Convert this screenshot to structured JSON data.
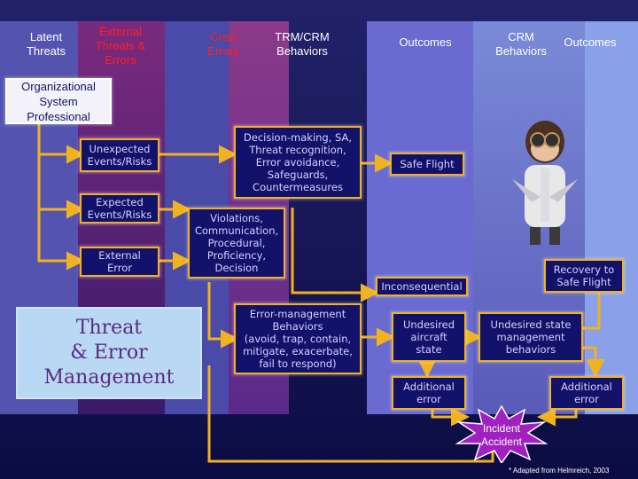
{
  "headers": {
    "latent_threats": "Latent\nThreats",
    "external_threats": "External\nThreats &\nErrors",
    "crew_errors": "Crew\nErrors",
    "trm_crm": "TRM/CRM\nBehaviors",
    "outcomes_1": "Outcomes",
    "crm_behaviors": "CRM\nBehaviors",
    "outcomes_2": "Outcomes"
  },
  "boxes": {
    "organizational": "Organizational\nSystem\nProfessional",
    "unexpected": "Unexpected\nEvents/Risks",
    "expected": "Expected\nEvents/Risks",
    "external_error": "External\nError",
    "decision_making": "Decision-making, SA,\nThreat recognition,\nError avoidance,\nSafeguards,\nCountermeasures",
    "violations": "Violations,\nCommunication,\nProcedural,\nProficiency,\nDecision",
    "error_mgmt": "Error-management\nBehaviors\n(avoid, trap, contain,\nmitigate, exacerbate,\nfail to respond)",
    "safe_flight": "Safe Flight",
    "inconsequential": "Inconsequential",
    "recovery": "Recovery to\nSafe Flight",
    "undesired_aircraft": "Undesired\naircraft\nstate",
    "undesired_mgmt": "Undesired state\nmanagement\nbehaviors",
    "additional_error_1": "Additional\nerror",
    "additional_error_2": "Additional\nerror",
    "incident": "Incident\nAccident"
  },
  "tem_title": "Threat\n& Error\nManagement",
  "credit": "* Adapted from Helmreich, 2003",
  "colors": {
    "arrow": "#f0b21e",
    "box_border": "#f0b21e",
    "burst": "#a020c0",
    "col_blue": "#4a4aa8",
    "col_purple": "#7a2a7e",
    "header_red": "#ff2020"
  }
}
